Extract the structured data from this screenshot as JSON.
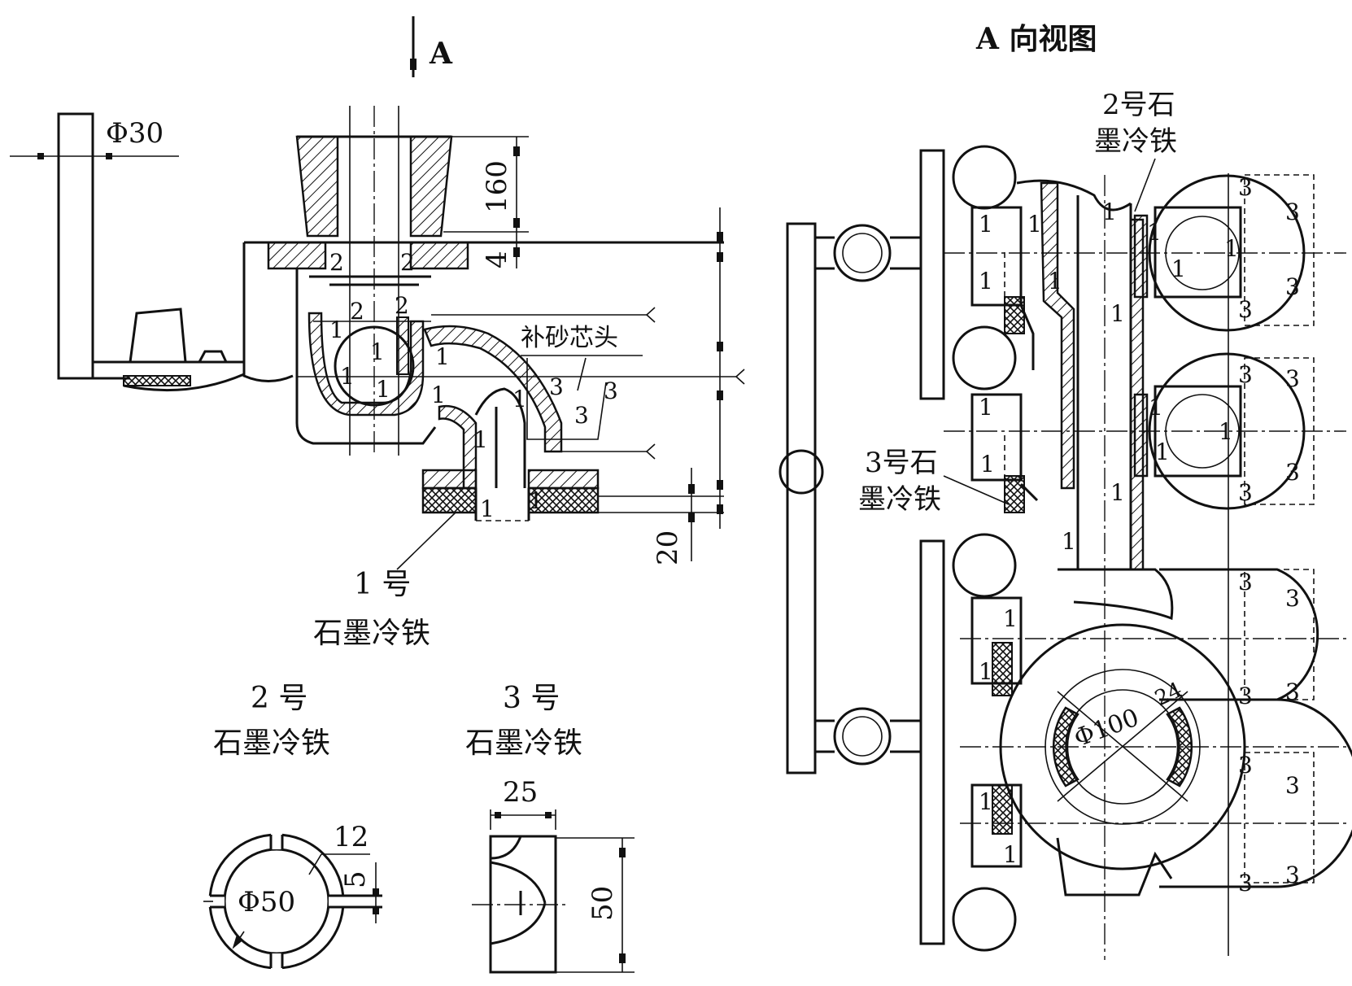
{
  "view_a": {
    "arrow_label": "A",
    "title": "A 向视图"
  },
  "dimensions": {
    "phi30": "Φ30",
    "d160": "160",
    "d4": "4",
    "d20": "20",
    "phi100": "Φ100",
    "d24": "24",
    "d25": "25",
    "d50": "50",
    "phi50": "Φ50",
    "d12": "12",
    "d5": "5"
  },
  "labels": {
    "core_head": "补砂芯头",
    "chill1_line1": "1 号",
    "chill1_line2": "石墨冷铁",
    "chill2_line1": "2 号",
    "chill2_line2": "石墨冷铁",
    "chill3_line1": "3 号",
    "chill3_line2": "石墨冷铁",
    "a2_line1": "2号石",
    "a2_line2": "墨冷铁",
    "a3_line1": "3号石",
    "a3_line2": "墨冷铁"
  },
  "marks": {
    "one": "1",
    "two": "2",
    "three": "3"
  }
}
